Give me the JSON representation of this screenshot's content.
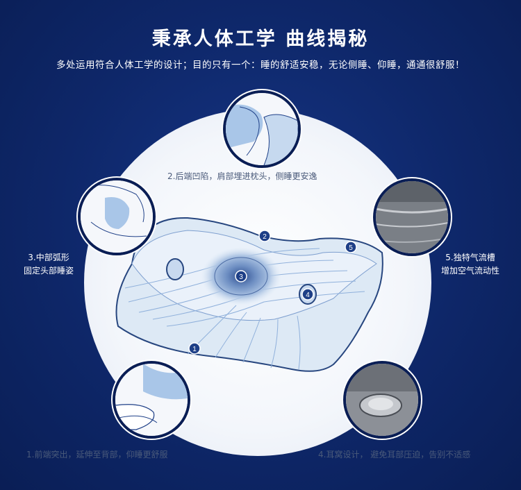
{
  "title": "秉承人体工学  曲线揭秘",
  "subtitle": "多处运用符合人体工学的设计；目的只有一个：睡的舒适安稳，无论侧睡、仰睡，通通很舒服！",
  "features": [
    {
      "num": "1",
      "text": "1.前端突出，延伸至背部，仰睡更舒服"
    },
    {
      "num": "2",
      "text": "2.后端凹陷，肩部埋进枕头，侧睡更安逸"
    },
    {
      "num": "3",
      "line1": "3.中部弧形",
      "line2": "固定头部睡姿"
    },
    {
      "num": "4",
      "text": "4.耳窝设计， 避免耳部压迫，告别不适感"
    },
    {
      "num": "5",
      "line1": "5.独特气流槽",
      "line2": "增加空气流动性"
    }
  ],
  "colors": {
    "background": "#0d2466",
    "accent": "#1e3f87",
    "pillow": "#dde9f5",
    "thumb_fill": "#a9c6e8"
  },
  "icons": [
    "pillow-illustration",
    "shoulder-detail-thumb",
    "head-support-thumb",
    "airflow-groove-thumb",
    "ear-hollow-thumb",
    "front-edge-thumb"
  ]
}
